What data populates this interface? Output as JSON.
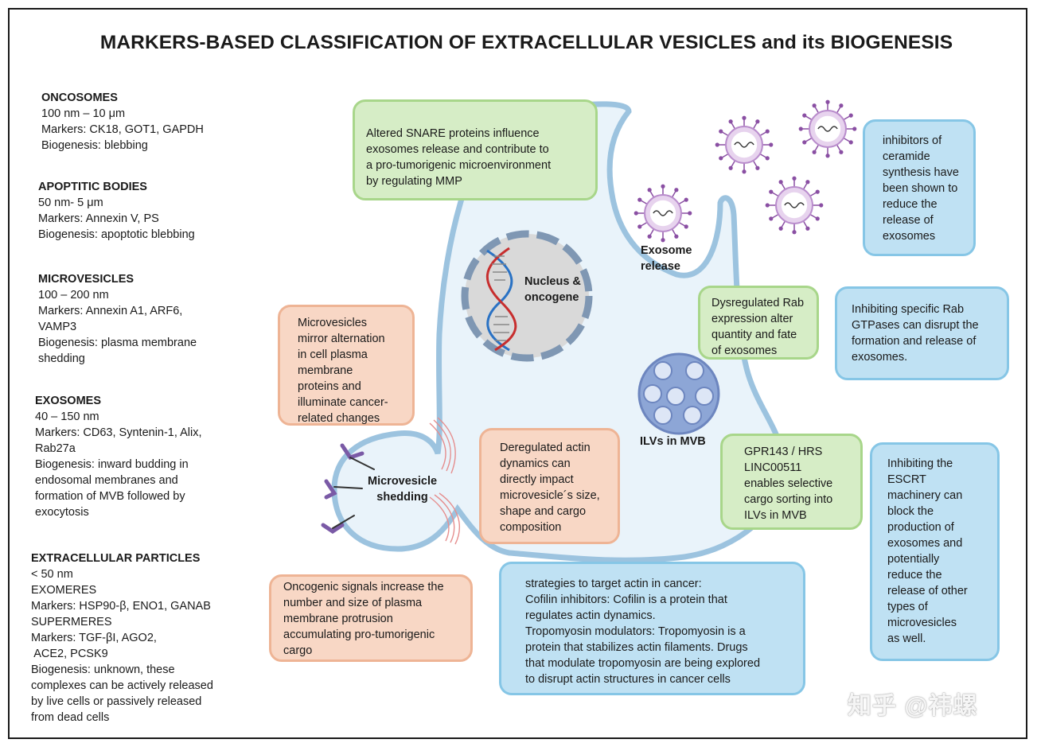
{
  "title": "MARKERS-BASED CLASSIFICATION OF EXTRACELLULAR VESICLES and its BIOGENESIS",
  "left_sections": [
    {
      "heading": "ONCOSOMES",
      "lines": [
        "100 nm – 10 μm",
        "Markers: CK18, GOT1, GAPDH",
        "Biogenesis: blebbing"
      ]
    },
    {
      "heading": "APOPTITIC BODIES",
      "lines": [
        "50 nm- 5 μm",
        "Markers: Annexin V, PS",
        "Biogenesis: apoptotic blebbing"
      ]
    },
    {
      "heading": "MICROVESICLES",
      "lines": [
        "100 – 200 nm",
        "Markers: Annexin A1, ARF6,",
        "VAMP3",
        "Biogenesis: plasma membrane",
        "shedding"
      ]
    },
    {
      "heading": "EXOSOMES",
      "lines": [
        "40 – 150 nm",
        "Markers: CD63, Syntenin-1, Alix,",
        "Rab27a",
        "Biogenesis: inward budding in",
        "endosomal membranes and",
        "formation of MVB followed by",
        "exocytosis"
      ]
    },
    {
      "heading": "EXTRACELLULAR PARTICLES",
      "lines": [
        "< 50 nm",
        "EXOMERES",
        "Markers: HSP90-β, ENO1, GANAB",
        "SUPERMERES",
        "Markers: TGF-βI, AGO2,",
        " ACE2, PCSK9",
        "Biogenesis: unknown, these",
        "complexes can be actively released",
        "by live cells or passively released",
        "from dead cells"
      ]
    }
  ],
  "boxes": {
    "snare": [
      "Altered SNARE proteins influence",
      "exosomes release and contribute  to",
      "a pro-tumorigenic microenvironment",
      "by regulating MMP"
    ],
    "ceramide": [
      "inhibitors of",
      "ceramide",
      "synthesis have",
      "been shown to",
      "reduce the",
      "release of",
      "exosomes"
    ],
    "rab_dys": [
      "Dysregulated Rab",
      "expression alter",
      "quantity and fate",
      "of exosomes"
    ],
    "rab_inhib": [
      "Inhibiting specific Rab",
      "GTPases can disrupt the",
      "formation and release of",
      "exosomes."
    ],
    "microvesicles": [
      "Microvesicles",
      "mirror alternation",
      "in cell plasma",
      "membrane",
      "proteins and",
      "illuminate cancer-",
      "related changes"
    ],
    "actin": [
      "Deregulated actin",
      "dynamics can",
      "directly impact",
      "microvesicle´s size,",
      "shape and cargo",
      "composition"
    ],
    "gpr": [
      "GPR143 / HRS",
      "LINC00511",
      "enables selective",
      "cargo sorting into",
      "ILVs in MVB"
    ],
    "escrt": [
      "Inhibiting the",
      "ESCRT",
      "machinery can",
      "block the",
      "production of",
      "exosomes and",
      "potentially",
      "reduce the",
      "release of other",
      "types of",
      "microvesicles",
      "as well."
    ],
    "oncogenic": [
      "Oncogenic signals increase the",
      "number and size of plasma",
      "membrane protrusion",
      "accumulating pro-tumorigenic",
      "cargo"
    ],
    "strategies": [
      "strategies to target actin in cancer:",
      "Cofilin inhibitors: Cofilin is a protein that",
      "regulates actin dynamics.",
      "Tropomyosin modulators: Tropomyosin is a",
      "protein that stabilizes actin filaments. Drugs",
      "that modulate tropomyosin are being explored",
      "to disrupt actin structures in cancer cells"
    ]
  },
  "labels": {
    "nucleus": [
      "Nucleus &",
      "oncogene"
    ],
    "exosome_release": [
      "Exosome",
      "release"
    ],
    "ilvs": "ILVs in MVB",
    "shedding": [
      "Microvesicle",
      "shedding"
    ]
  },
  "watermark": "知乎 @祎螺",
  "colors": {
    "green_fill": "#d6edc6",
    "peach_fill": "#f8d7c5",
    "blue_fill": "#bfe1f3",
    "membrane": "#9cc3df",
    "cytoplasm": "#e9f3fa",
    "dna_blue": "#2a72c4",
    "dna_red": "#c72e2e",
    "virus_purple": "#8a4fa3"
  }
}
